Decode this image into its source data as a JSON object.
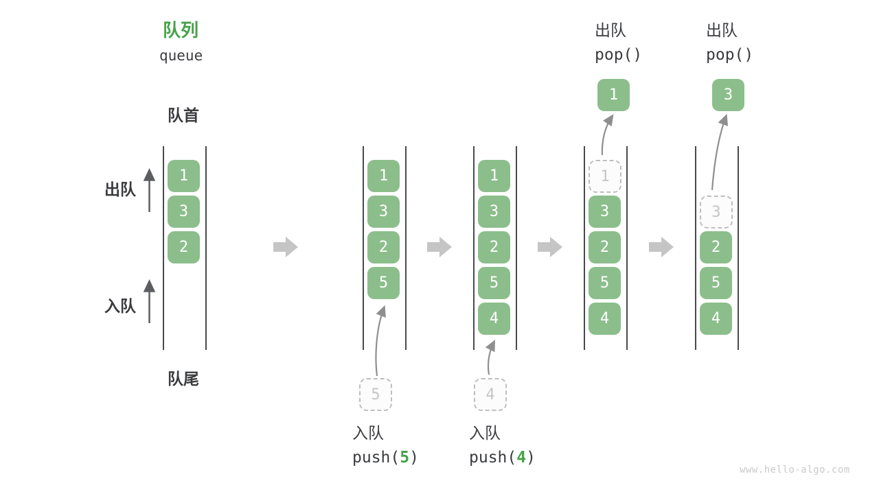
{
  "title": {
    "zh": "队列",
    "en": "queue"
  },
  "labels": {
    "front": "队首",
    "rear": "队尾",
    "dequeue_side": "出队",
    "enqueue_side": "入队"
  },
  "watermark": "www.hello-algo.com",
  "colors": {
    "accent_green": "#44A248",
    "box_green": "#8CBE8C",
    "text_dark": "#3C3D40",
    "block_arrow_gray": "#C5C5C5",
    "dashed_border_gray": "#BEBEBE",
    "ghost_text_gray": "#C4C5C7",
    "wall_line_dark": "#48494C",
    "thin_arrow_gray": "#8F8F8F",
    "watermark_gray": "#C9CACB"
  },
  "icons": {
    "step_arrow": "right-block-arrow",
    "dequeue_direction": "up-arrow",
    "enqueue_direction": "up-arrow"
  },
  "columns": [
    {
      "state": "initial",
      "cells": [
        "1",
        "3",
        "2"
      ]
    },
    {
      "state": "after-push-5",
      "cells": [
        "1",
        "3",
        "2",
        "5"
      ],
      "ghost": "5",
      "op": {
        "action": "入队",
        "fn_open": "push(",
        "arg": "5",
        "fn_close": ")"
      }
    },
    {
      "state": "after-push-4",
      "cells": [
        "1",
        "3",
        "2",
        "5",
        "4"
      ],
      "ghost": "4",
      "op": {
        "action": "入队",
        "fn_open": "push(",
        "arg": "4",
        "fn_close": ")"
      }
    },
    {
      "state": "after-pop-1",
      "faded": "1",
      "cells": [
        "3",
        "2",
        "5",
        "4"
      ],
      "popped": "1",
      "op": {
        "action": "出队",
        "fn": "pop()"
      }
    },
    {
      "state": "after-pop-3",
      "faded": "3",
      "cells": [
        "2",
        "5",
        "4"
      ],
      "popped": "3",
      "op": {
        "action": "出队",
        "fn": "pop()"
      }
    }
  ]
}
